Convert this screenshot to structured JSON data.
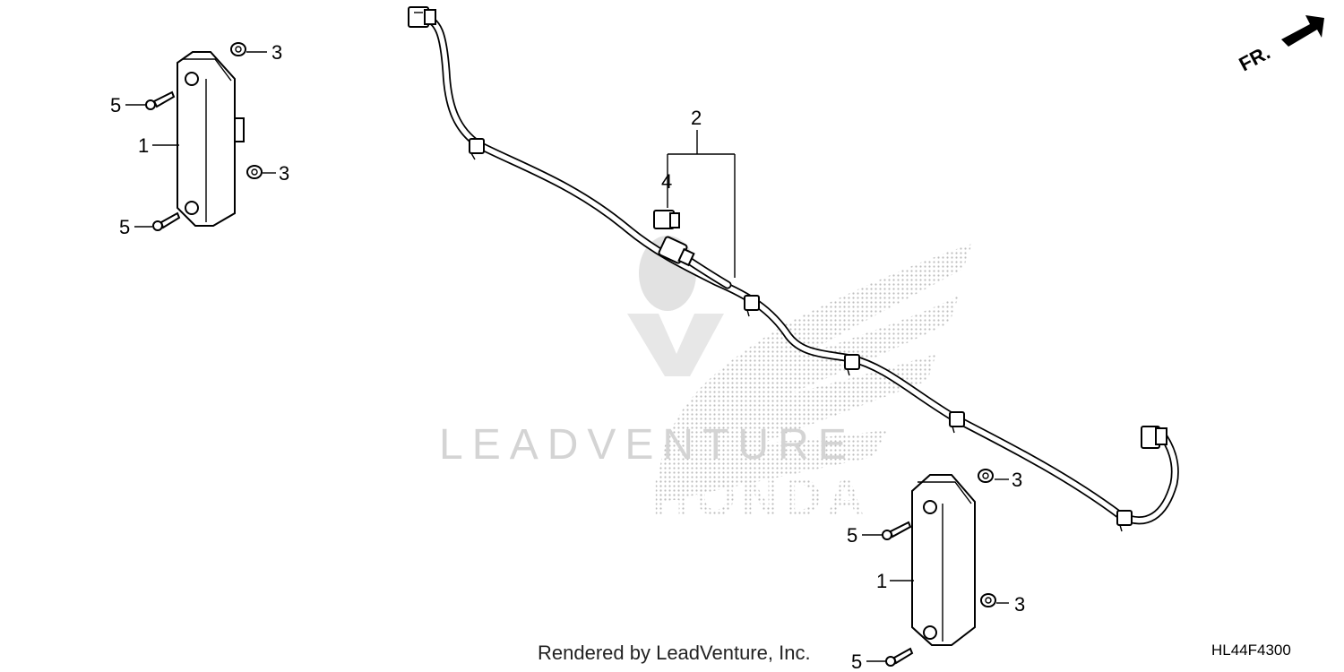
{
  "callouts": {
    "c1a": "1",
    "c1b": "1",
    "c2": "2",
    "c3a": "3",
    "c3b": "3",
    "c3c": "3",
    "c3d": "3",
    "c4": "4",
    "c5a": "5",
    "c5b": "5",
    "c5c": "5",
    "c5d": "5"
  },
  "direction": {
    "label": "FR."
  },
  "watermark": {
    "brand": "LEADVENTURE",
    "maker": "HONDA"
  },
  "footer": {
    "rendered_by": "Rendered by LeadVenture, Inc.",
    "diagram_code": "HL44F4300"
  },
  "colors": {
    "line": "#000000",
    "watermark": "#c9c9c9",
    "background": "#ffffff"
  }
}
